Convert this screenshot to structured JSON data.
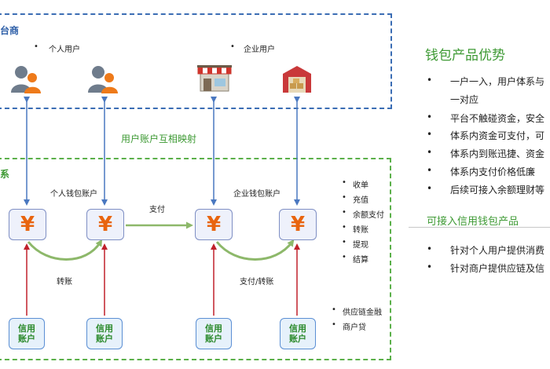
{
  "top_box": {
    "title": "台商",
    "personal_user": "个人用户",
    "enterprise_user": "企业用户"
  },
  "mapping_label": "用户账户互相映射",
  "bottom_box": {
    "title": "系",
    "personal_wallet": "个人钱包账户",
    "enterprise_wallet": "企业钱包账户",
    "pay": "支付",
    "transfer": "转账",
    "pay_transfer": "支付/转账",
    "wallet_symbol": "¥",
    "credit_account": [
      "信用",
      "账户"
    ],
    "services": [
      "收单",
      "充值",
      "余额支付",
      "转账",
      "提现",
      "结算"
    ],
    "financing": [
      "供应链金融",
      "商户贷"
    ]
  },
  "advantages": {
    "title": "钱包产品优势",
    "items": [
      "一户一入，用户体系与",
      "一对应",
      "平台不触碰资金，安全",
      "体系内资金可支付，可",
      "体系内到账迅捷、资金",
      "体系内支付价格低廉",
      "后续可接入余额理财等"
    ]
  },
  "credit_section": {
    "title": "可接入信用钱包产品",
    "items": [
      "针对个人用户提供消费",
      "针对商户提供应链及信"
    ]
  },
  "colors": {
    "blue_dash": "#3b6db4",
    "green_dash": "#5bb04a",
    "green_text": "#3e9a34",
    "yen": "#e8640f",
    "arrow_blue": "#4a78c0",
    "arrow_red": "#c0202a",
    "arc_green": "#8db86a"
  }
}
